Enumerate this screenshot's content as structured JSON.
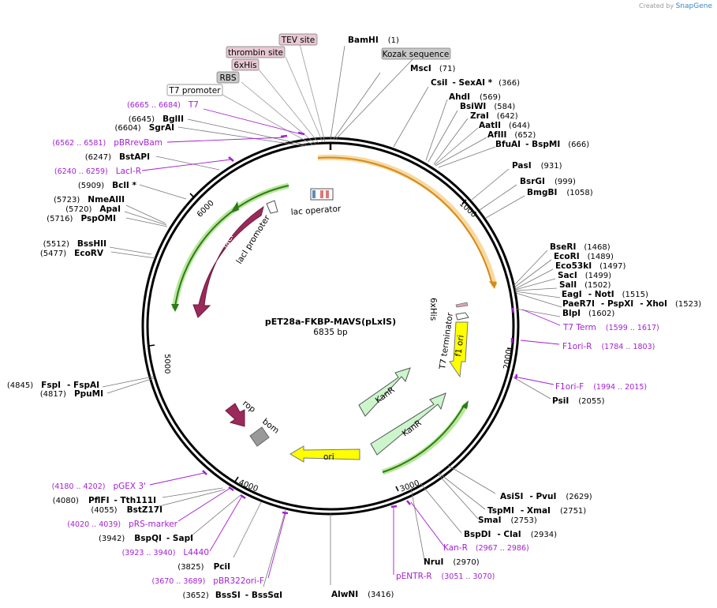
{
  "credit": {
    "prefix": "Created by",
    "brand": "SnapGene"
  },
  "plasmid": {
    "name": "pET28a-FKBP-MAVS(pLxIS)",
    "size_label": "6835 bp"
  },
  "ticks": [
    "1000",
    "2000",
    "3000",
    "4000",
    "5000",
    "6000"
  ],
  "enzymes": [
    {
      "name": "BamHI",
      "pos": "(1)"
    },
    {
      "name": "MscI",
      "pos": "(71)"
    },
    {
      "name": "CsiI",
      "name2": "SexAI *",
      "pos": "(366)"
    },
    {
      "name": "AhdI",
      "pos": "(569)"
    },
    {
      "name": "BsiWI",
      "pos": "(584)"
    },
    {
      "name": "ZraI",
      "pos": "(642)"
    },
    {
      "name": "AatII",
      "pos": "(644)"
    },
    {
      "name": "AfIII",
      "pos": "(652)"
    },
    {
      "name": "BfuAI",
      "name2": "BspMI",
      "pos": "(666)"
    },
    {
      "name": "PasI",
      "pos": "(931)"
    },
    {
      "name": "BsrGI",
      "pos": "(999)"
    },
    {
      "name": "BmgBI",
      "pos": "(1058)"
    },
    {
      "name": "BseRI",
      "pos": "(1468)"
    },
    {
      "name": "EcoRI",
      "pos": "(1489)"
    },
    {
      "name": "Eco53kI",
      "pos": "(1497)"
    },
    {
      "name": "SacI",
      "pos": "(1499)"
    },
    {
      "name": "SalI",
      "pos": "(1502)"
    },
    {
      "name": "EagI",
      "name2": "NotI",
      "pos": "(1515)"
    },
    {
      "name": "PaeR7I",
      "name2": "PspXI",
      "name3": "XhoI",
      "pos": "(1523)"
    },
    {
      "name": "BlpI",
      "pos": "(1602)"
    },
    {
      "name": "PsiI",
      "pos": "(2055)"
    },
    {
      "name": "AsiSI",
      "name2": "PvuI",
      "pos": "(2629)"
    },
    {
      "name": "TspMI",
      "name2": "XmaI",
      "pos": "(2751)"
    },
    {
      "name": "SmaI",
      "pos": "(2753)"
    },
    {
      "name": "BspDI",
      "name2": "ClaI",
      "pos": "(2934)"
    },
    {
      "name": "NruI",
      "pos": "(2970)"
    },
    {
      "name": "AlwNI",
      "pos": "(3416)"
    },
    {
      "name": "BssSI",
      "name2": "BssSαI",
      "pos": "(3652)"
    },
    {
      "name": "PciI",
      "pos": "(3825)"
    },
    {
      "name": "BspQI",
      "name2": "SapI",
      "pos": "(3942)"
    },
    {
      "name": "BstZ17I",
      "pos": "(4055)"
    },
    {
      "name": "PflFI",
      "name2": "Tth111I",
      "pos": "(4080)"
    },
    {
      "name": "FspI",
      "name2": "FspAI",
      "pos": "(4845)"
    },
    {
      "name": "PpuMI",
      "pos": "(4817)"
    },
    {
      "name": "EcoRV",
      "pos": "(5477)"
    },
    {
      "name": "BssHII",
      "pos": "(5512)"
    },
    {
      "name": "PspOMI",
      "pos": "(5716)"
    },
    {
      "name": "ApaI",
      "pos": "(5720)"
    },
    {
      "name": "NmeAIII",
      "pos": "(5723)"
    },
    {
      "name": "BclI *",
      "pos": "(5909)"
    },
    {
      "name": "BstAPI",
      "pos": "(6247)"
    },
    {
      "name": "SgrAI",
      "pos": "(6604)"
    },
    {
      "name": "BglII",
      "pos": "(6645)"
    }
  ],
  "primers": [
    {
      "name": "T7",
      "range": "(6665 .. 6684)"
    },
    {
      "name": "pBRrevBam",
      "range": "(6562 .. 6581)"
    },
    {
      "name": "LacI-R",
      "range": "(6240 .. 6259)"
    },
    {
      "name": "T7 Term",
      "range": "(1599 .. 1617)"
    },
    {
      "name": "F1ori-R",
      "range": "(1784 .. 1803)"
    },
    {
      "name": "F1ori-F",
      "range": "(1994 .. 2015)"
    },
    {
      "name": "Kan-R",
      "range": "(2967 .. 2986)"
    },
    {
      "name": "pENTR-R",
      "range": "(3051 .. 3070)"
    },
    {
      "name": "pBR322ori-F",
      "range": "(3670 .. 3689)"
    },
    {
      "name": "L4440",
      "range": "(3923 .. 3940)"
    },
    {
      "name": "pRS-marker",
      "range": "(4020 .. 4039)"
    },
    {
      "name": "pGEX 3'",
      "range": "(4180 .. 4202)"
    }
  ],
  "boxed_features": [
    {
      "name": "TEV site",
      "color": "#e8c9d3"
    },
    {
      "name": "thrombin site",
      "color": "#e8c9d3"
    },
    {
      "name": "6xHis",
      "color": "#e8c9d3"
    },
    {
      "name": "RBS",
      "color": "#c8c8c8"
    },
    {
      "name": "T7 promoter",
      "color": "#ffffff"
    },
    {
      "name": "Kozak sequence",
      "color": "#c8c8c8"
    }
  ],
  "features": {
    "lacI": "lacI",
    "lacI_promoter": "lacI promoter",
    "lac_operator": "lac operator",
    "t7_terminator": "T7 terminator",
    "his6": "6xHis",
    "f1_ori": "f1 ori",
    "kanr1": "KanR",
    "kanr2": "KanR",
    "ori": "ori",
    "rop": "rop",
    "bom": "bom"
  },
  "colors": {
    "lacI": "#9b2a5a",
    "green_arrow": "#2f7a1a",
    "green_glow": "#b8e89a",
    "orange_arrow": "#d58a1a",
    "orange_glow": "#f7d9a0",
    "yellow": "#ffff00",
    "kanr": "#ccf5cc",
    "bom": "#999999",
    "primer": "#a31fd3"
  }
}
